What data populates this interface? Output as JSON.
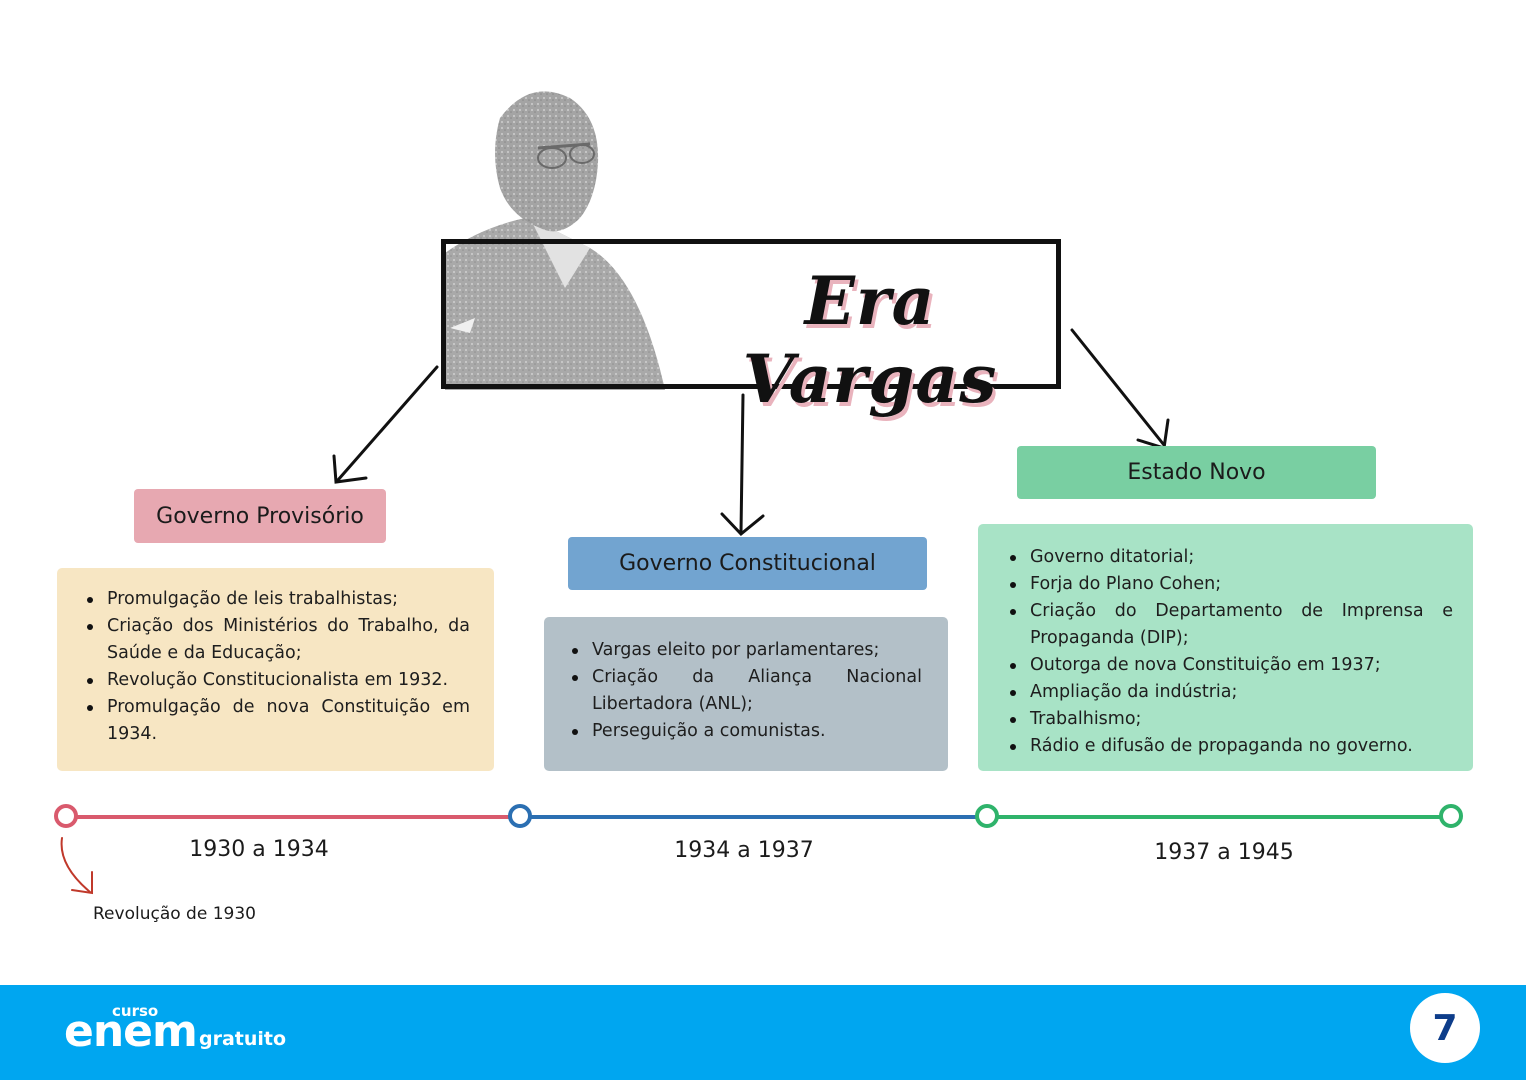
{
  "title": "Era Vargas",
  "periods": [
    {
      "header": "Governo Provisório",
      "years": "1930 a 1934",
      "items": [
        "Promulgação de leis trabalhistas;",
        "Criação dos Ministérios do Trabalho, da Saúde e da Educação;",
        "Revolução Constitucionalista em 1932.",
        "Promulgação de nova Constituição em 1934."
      ]
    },
    {
      "header": "Governo Constitucional",
      "years": "1934 a 1937",
      "items": [
        "Vargas eleito por parlamentares;",
        "Criação da Aliança Nacional Libertadora (ANL);",
        "Perseguição a comunistas."
      ]
    },
    {
      "header": "Estado Novo",
      "years": "1937 a 1945",
      "items": [
        "Governo ditatorial;",
        "Forja do Plano Cohen;",
        "Criação do Departamento de Imprensa e Propaganda (DIP);",
        "Outorga de nova Constituição em 1937;",
        "Ampliação da indústria;",
        "Trabalhismo;",
        "Rádio e difusão de propaganda no governo."
      ]
    }
  ],
  "timeline_note": "Revolução de 1930",
  "colors": {
    "provisorio_header": "#e7a8b1",
    "constitucional_header": "#72a4d0",
    "estado_novo_header": "#79cfa2",
    "timeline_red": "#d95a6d",
    "timeline_blue": "#2b6fb2",
    "timeline_green": "#2fb36b",
    "footer": "#00a6f0"
  },
  "footer": {
    "logo_curso": "curso",
    "logo_enem": "enem",
    "logo_gratuito": "gratuito",
    "page_number": "7"
  }
}
